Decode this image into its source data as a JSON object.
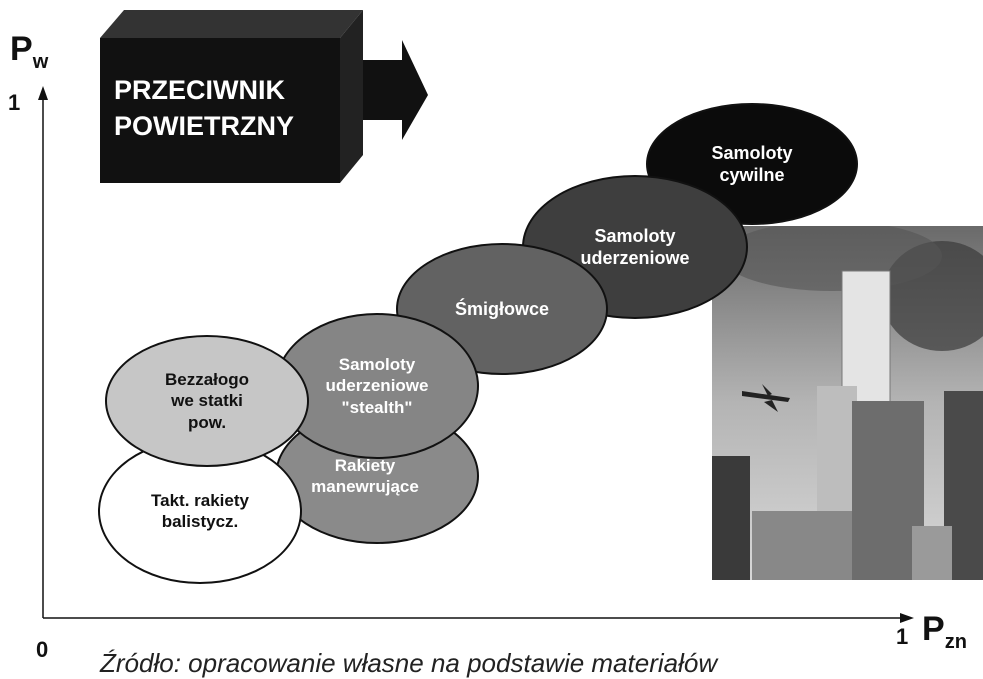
{
  "axes": {
    "y_label_main": "P",
    "y_label_sub": "w",
    "x_label_main": "P",
    "x_label_sub": "zn",
    "y_max_tick": "1",
    "x_max_tick": "1",
    "origin": "0"
  },
  "banner": {
    "line1": "PRZECIWNIK",
    "line2": "POWIETRZNY"
  },
  "threats": [
    {
      "id": "tbm",
      "label": "Takt. rakiety\nbalistycz."
    },
    {
      "id": "cruise",
      "label": "Rakiety\nmanewrujące"
    },
    {
      "id": "uav",
      "label": "Bezzałogo\nwe statki\npow."
    },
    {
      "id": "stealth",
      "label": "Samoloty\nuderzeniowe\n\"stealth\""
    },
    {
      "id": "heli",
      "label": "Śmigłowce"
    },
    {
      "id": "strike",
      "label": "Samoloty\nuderzeniowe"
    },
    {
      "id": "civil",
      "label": "Samoloty\ncywilne"
    }
  ],
  "caption": "Źródło: opracowanie własne na podstawie materiałów"
}
